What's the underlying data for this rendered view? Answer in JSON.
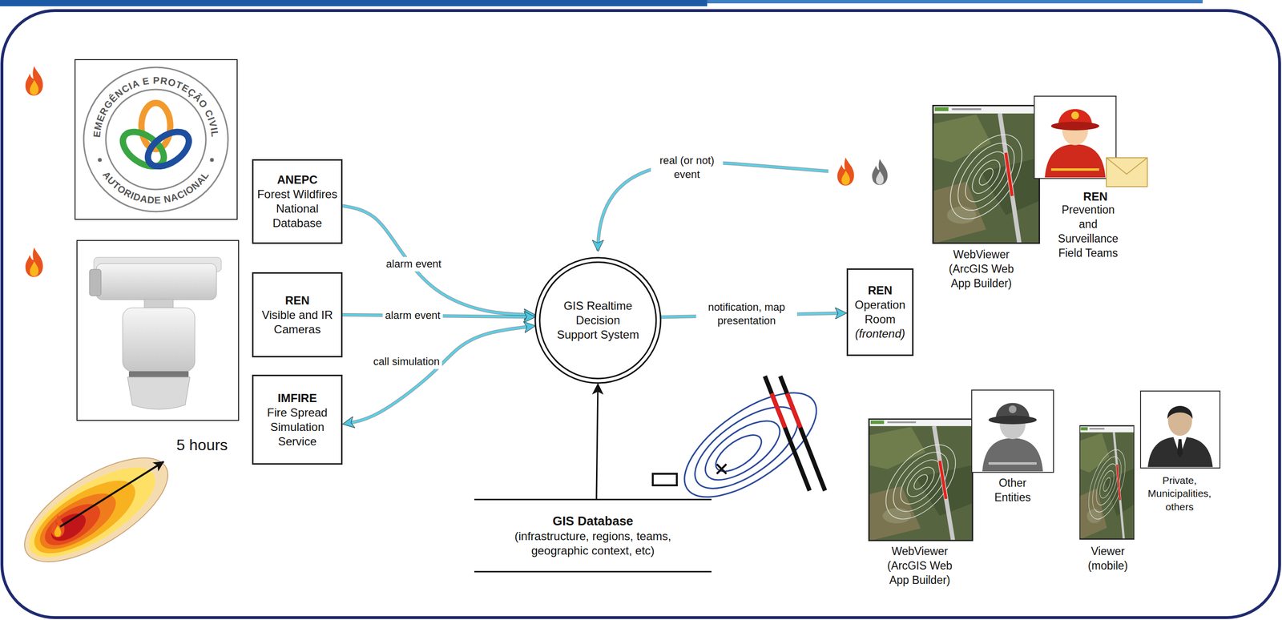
{
  "diagram": {
    "nodes": [
      {
        "text": [
          "ANEPC",
          "Forest Wildfires National Database"
        ]
      },
      {
        "text": [
          "REN",
          "Visible and IR Cameras"
        ]
      },
      {
        "text": [
          "IMFIRE",
          "Fire Spread Simulation Service"
        ]
      },
      {
        "text": [
          "GIS Realtime Decision Support System"
        ]
      },
      {
        "text": [
          "GIS Database",
          "(infrastructure, regions, teams, geographic context, etc)"
        ]
      },
      {
        "text": [
          "REN",
          "Operation Room",
          "(frontend)"
        ]
      }
    ],
    "edges": [
      {
        "from": 0,
        "to": 3,
        "arrow": "to",
        "label": "alarm event"
      },
      {
        "from": 1,
        "to": 3,
        "arrow": "to",
        "label": "alarm event"
      },
      {
        "from": 3,
        "to": 2,
        "arrow": "both",
        "label": "call simulation"
      },
      {
        "from": 4,
        "to": 3,
        "arrow": "to"
      },
      {
        "from": 3,
        "to": 5,
        "arrow": "to",
        "label": "notification, map presentation"
      }
    ],
    "labels": [
      "EMERGÊNCIA E PROTEÇÃO CIVIL",
      "AUTORIDADE NACIONAL",
      "5 hours",
      "real (or not) event",
      "REN",
      "Prevention and Surveillance Field Teams",
      "WebViewer (ArcGIS Web App Builder)",
      "Other Entities",
      "WebViewer (ArcGIS Web App Builder)",
      "Private, Municipalities, others",
      "Viewer (mobile)"
    ]
  }
}
